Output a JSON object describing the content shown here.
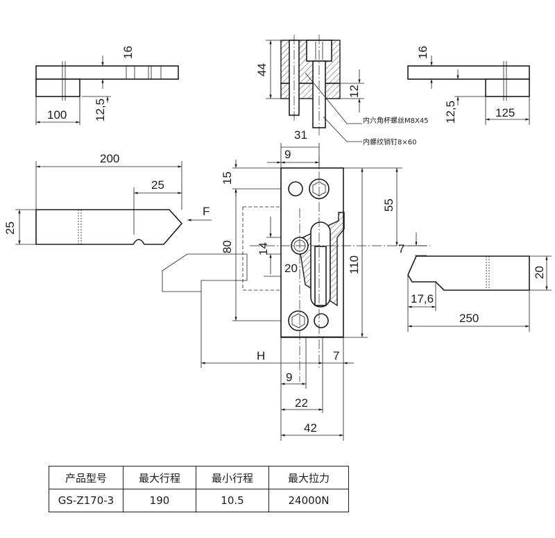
{
  "dimensions": {
    "top_left": {
      "thickness": "16",
      "length": "100",
      "step": "12,5"
    },
    "top_mid": {
      "height": "44",
      "plate": "12"
    },
    "top_right": {
      "thickness": "16",
      "length": "125",
      "step": "12,5"
    },
    "left_bar": {
      "length": "200",
      "notch": "25",
      "height": "25"
    },
    "center": {
      "width": "31",
      "hole_off": "9",
      "top_off": "15",
      "height": "80",
      "slot": "14",
      "pin": "20",
      "h55": "55",
      "h110": "110",
      "d7_side": "7"
    },
    "bottom": {
      "stroke_label": "H",
      "gap": "7",
      "d9": "9",
      "d22": "22",
      "d42": "42"
    },
    "right_bar": {
      "d7": "7",
      "height": "20",
      "tip": "17,6",
      "length": "250"
    },
    "force": "F"
  },
  "notes": {
    "screw": "内六角杯螺丝M8X45",
    "pin": "内螺纹销钉8×60"
  },
  "spec_table": {
    "headers": [
      "产品型号",
      "最大行程",
      "最小行程",
      "最大拉力"
    ],
    "row": [
      "GS-Z170-3",
      "190",
      "10.5",
      "24000N"
    ]
  }
}
